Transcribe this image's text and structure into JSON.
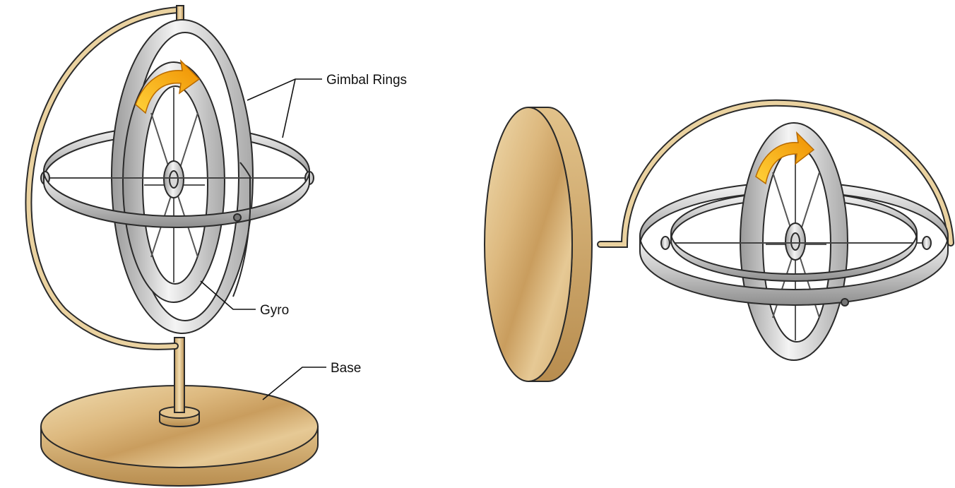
{
  "labels": {
    "gimbal_rings": "Gimbal Rings",
    "gyro": "Gyro",
    "base": "Base"
  },
  "colors": {
    "wood_light": "#f0dcb0",
    "wood_mid": "#ddb97f",
    "wood_dark": "#b88d4f",
    "metal_light": "#f4f4f4",
    "metal_mid": "#c8c8c8",
    "metal_dark": "#8e8e8e",
    "arrow_light": "#ffd23a",
    "arrow_dark": "#ef8f00",
    "outline": "#2a2a2a"
  },
  "icons": [
    "rotation-arrow-icon"
  ]
}
